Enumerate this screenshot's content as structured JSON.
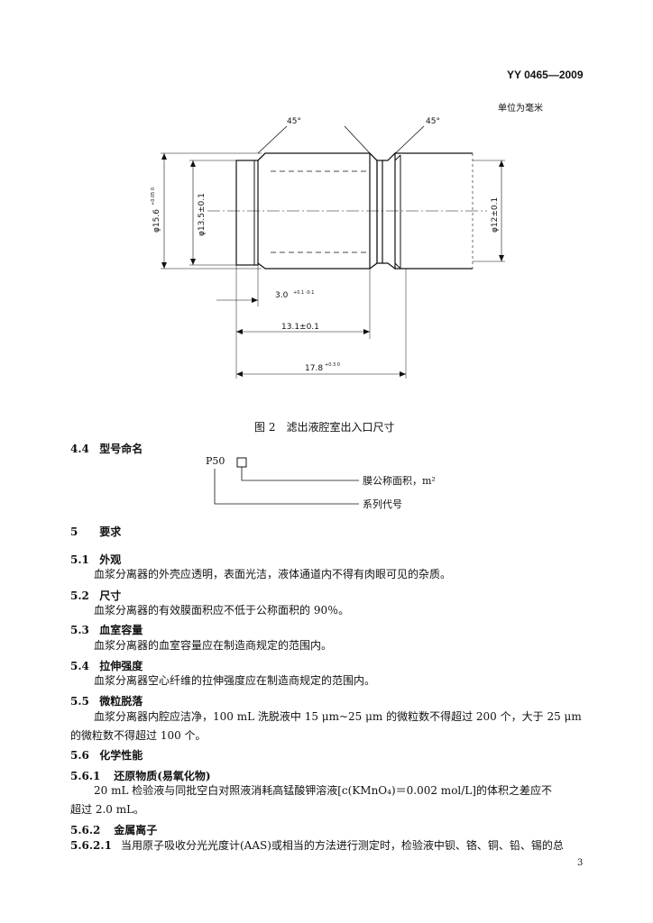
{
  "header": {
    "doc_number": "YY 0465—2009",
    "unit_note": "单位为毫米"
  },
  "figure": {
    "caption": "图 2　滤出液腔室出入口尺寸",
    "angle_left": "45°",
    "angle_right": "45°",
    "dim_outer_dia": "φ15.6",
    "dim_outer_tol": "+0.05 0",
    "dim_inner_dia": "φ13.5±0.1",
    "dim_right_dia": "φ12±0.1",
    "dim_3": "3.0",
    "dim_3_tol": "+0.1 -0.1",
    "dim_13": "13.1±0.1",
    "dim_17": "17.8",
    "dim_17_tol": "+0.3 0"
  },
  "s44": {
    "num": "4.4",
    "title": "型号命名"
  },
  "naming": {
    "code": "P50",
    "label_area": "膜公称面积，m²",
    "label_series": "系列代号"
  },
  "s5": {
    "num": "5",
    "title": "要求"
  },
  "s51": {
    "num": "5.1",
    "title": "外观",
    "text": "血浆分离器的外壳应透明，表面光洁，液体通道内不得有肉眼可见的杂质。"
  },
  "s52": {
    "num": "5.2",
    "title": "尺寸",
    "text": "血浆分离器的有效膜面积应不低于公称面积的 90％。"
  },
  "s53": {
    "num": "5.3",
    "title": "血室容量",
    "text": "血浆分离器的血室容量应在制造商规定的范围内。"
  },
  "s54": {
    "num": "5.4",
    "title": "拉伸强度",
    "text": "血浆分离器空心纤维的拉伸强度应在制造商规定的范围内。"
  },
  "s55": {
    "num": "5.5",
    "title": "微粒脱落",
    "text1": "血浆分离器内腔应洁净，100 mL 洗脱液中 15 μm~25 μm 的微粒数不得超过 200 个，大于 25 μm",
    "text2": "的微粒数不得超过 100 个。"
  },
  "s56": {
    "num": "5.6",
    "title": "化学性能"
  },
  "s561": {
    "num": "5.6.1",
    "title": "还原物质(易氧化物)",
    "text1": "20 mL 检验液与同批空白对照液消耗高锰酸钾溶液[c(KMnO₄)＝0.002 mol/L]的体积之差应不",
    "text2": "超过 2.0 mL。"
  },
  "s562": {
    "num": "5.6.2",
    "title": "金属离子"
  },
  "s5621": {
    "num": "5.6.2.1",
    "text": "当用原子吸收分光光度计(AAS)或相当的方法进行测定时，检验液中钡、铬、铜、铅、锡的总"
  },
  "footer": {
    "page": "3"
  }
}
